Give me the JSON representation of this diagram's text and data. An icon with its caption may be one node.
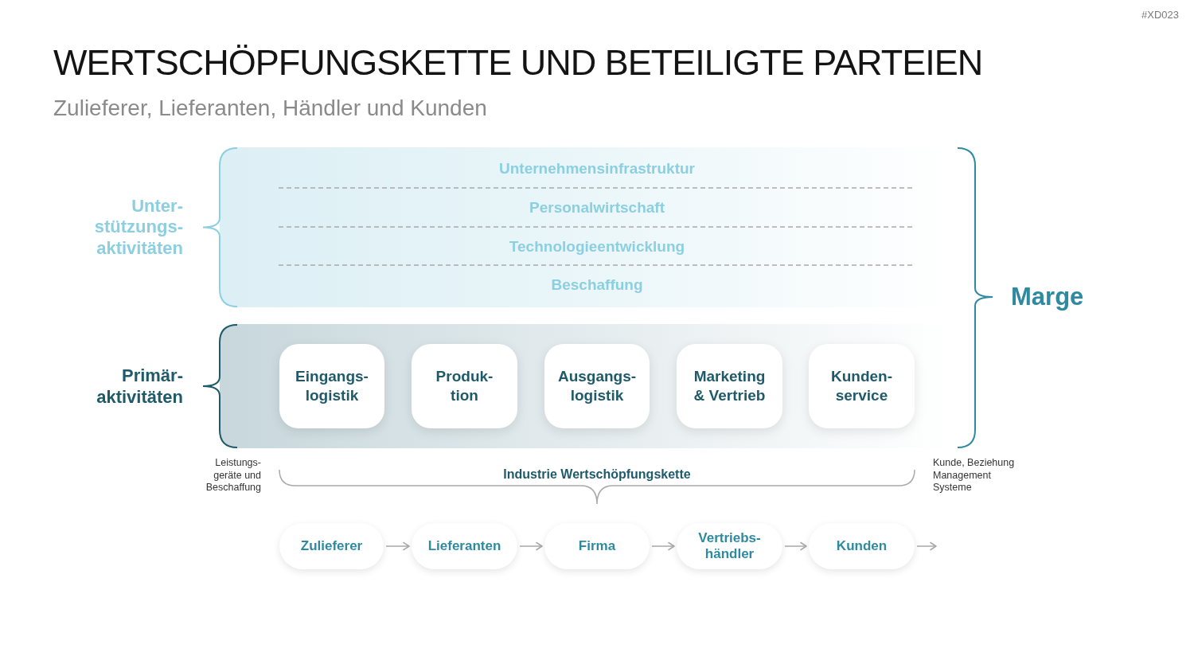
{
  "diagram": {
    "title": "WERTSCHÖPFUNGSKETTE UND BETEILIGTE PARTEIEN",
    "nodes": [
      {
        "text": [
          "Unter- stützungs- aktivitäten"
        ]
      },
      {
        "text": [
          "Unternehmensinfrastruktur"
        ],
        "in": 0
      },
      {
        "text": [
          "Personalwirtschaft"
        ],
        "in": 0
      },
      {
        "text": [
          "Technologieentwicklung"
        ],
        "in": 0
      },
      {
        "text": [
          "Beschaffung"
        ],
        "in": 0
      },
      {
        "text": [
          "Primär- aktivitäten"
        ]
      },
      {
        "text": [
          "Eingangs- logistik"
        ],
        "in": 5
      },
      {
        "text": [
          "Produk- tion"
        ],
        "in": 5
      },
      {
        "text": [
          "Ausgangs- logistik"
        ],
        "in": 5
      },
      {
        "text": [
          "Marketing & Vertrieb"
        ],
        "in": 5
      },
      {
        "text": [
          "Kunden- service"
        ],
        "in": 5
      },
      {
        "text": [
          "Zulieferer"
        ]
      },
      {
        "text": [
          "Lieferanten"
        ]
      },
      {
        "text": [
          "Firma"
        ]
      },
      {
        "text": [
          "Vertriebs- händler"
        ]
      },
      {
        "text": [
          "Kunden"
        ]
      }
    ],
    "edges": [
      {
        "from": 11,
        "to": 12,
        "arrow": "to"
      },
      {
        "from": 12,
        "to": 13,
        "arrow": "to"
      },
      {
        "from": 13,
        "to": 14,
        "arrow": "to"
      },
      {
        "from": 14,
        "to": 15,
        "arrow": "to"
      },
      {
        "from": 15,
        "to": null,
        "arrow": "to"
      }
    ],
    "labels": [
      "#XD023",
      "Zulieferer, Lieferanten, Händler und Kunden",
      "Marge",
      "Leistungs- geräte und Beschaffung",
      "Industrie Wertschöpfungskette",
      "Kunde, Beziehung Management Systeme"
    ]
  }
}
